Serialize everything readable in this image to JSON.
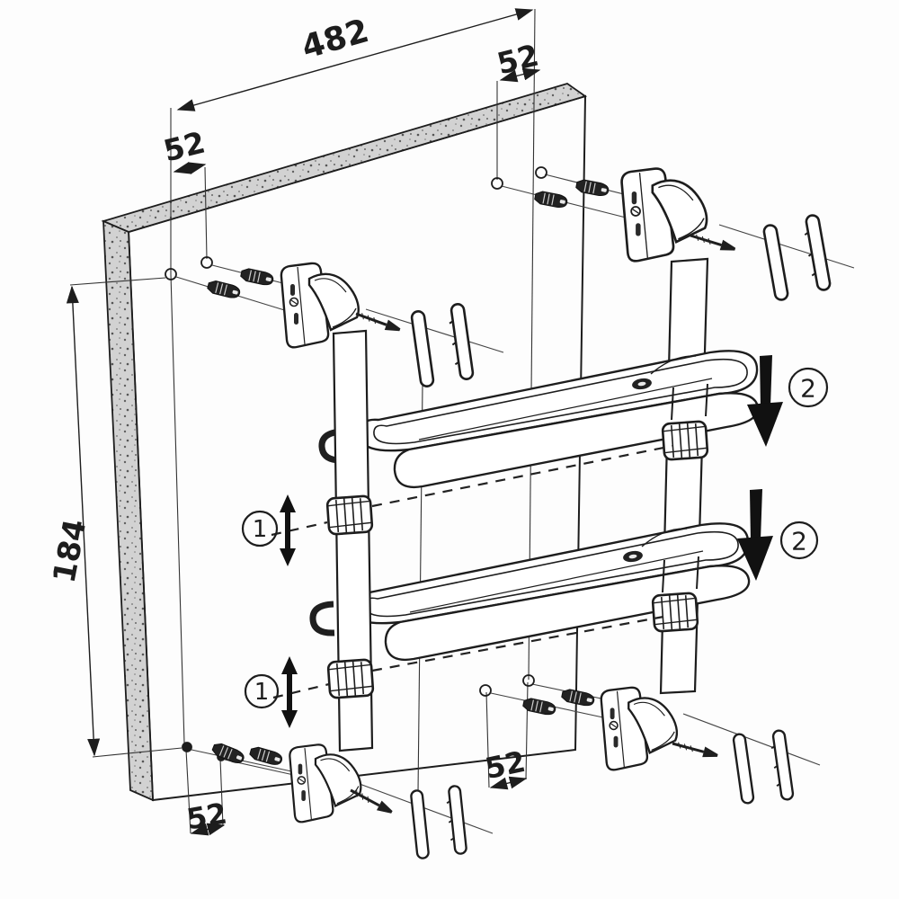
{
  "diagram": {
    "kind": "exploded-assembly-drawing",
    "subject": "wall-mounted-two-tier-shelf",
    "line_color": "#1d1d1d",
    "paper_color": "#fdfdfd",
    "wall_edge_fill": "#d2d2d2",
    "dims": {
      "top_width": "482",
      "top_right_offset": "52",
      "top_left_offset": "52",
      "side_height": "184",
      "bottom_left_offset": "52",
      "bottom_middle_offset": "52"
    },
    "steps": {
      "adjust": "1",
      "press": "2"
    }
  }
}
